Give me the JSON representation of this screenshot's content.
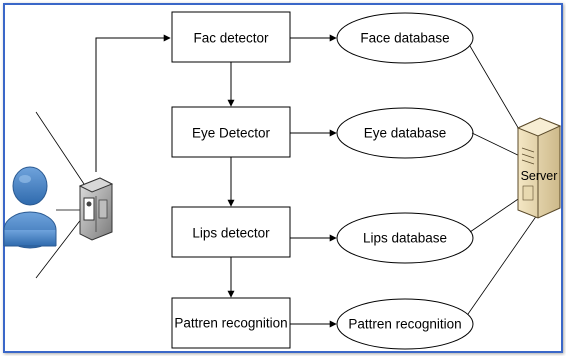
{
  "detectors": [
    {
      "label": "Fac detector"
    },
    {
      "label": "Eye Detector"
    },
    {
      "label": "Lips detector"
    },
    {
      "label": "Pattren recognition"
    }
  ],
  "databases": [
    {
      "label": "Face database"
    },
    {
      "label": "Eye database"
    },
    {
      "label": "Lips database"
    },
    {
      "label": "Pattren recognition"
    }
  ],
  "server": {
    "label": "Server",
    "icon": "server-tower-icon"
  },
  "user": {
    "icon": "user-person-icon"
  },
  "camera": {
    "icon": "camera-icon"
  },
  "colors": {
    "frame": "#3a67c8",
    "user_fill": "#4a86c6",
    "line": "#000000"
  }
}
